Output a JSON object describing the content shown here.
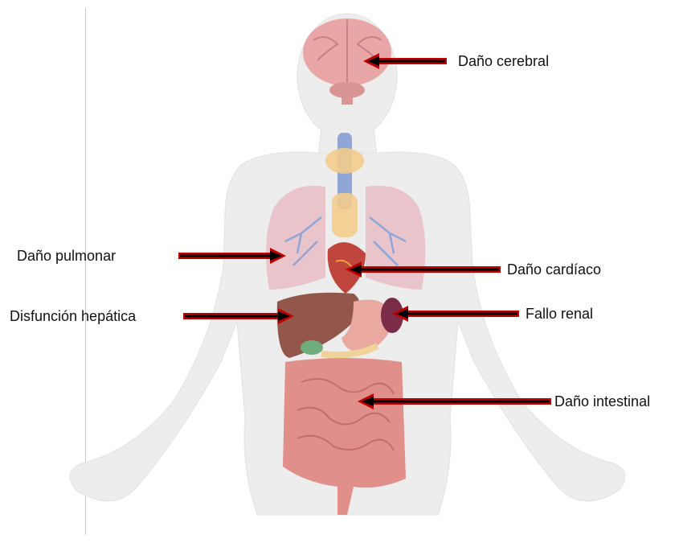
{
  "labels": {
    "brain": "Daño cerebral",
    "lung": "Daño pulmonar",
    "heart": "Daño cardíaco",
    "liver": "Disfunción hepática",
    "kidney": "Fallo renal",
    "intestine": "Daño intestinal"
  },
  "colors": {
    "arrow_outer": "#c00000",
    "arrow_inner": "#000000",
    "body": "#ececec",
    "brain": "#e8a6a6",
    "lung": "#e9c4cb",
    "airway": "#8fa6d6",
    "thyroid": "#f2cc8c",
    "heart": "#c0453e",
    "liver": "#8a4a3c",
    "stomach": "#e9a9a0",
    "kidney": "#7a2c48",
    "intestine": "#e08f8a"
  }
}
